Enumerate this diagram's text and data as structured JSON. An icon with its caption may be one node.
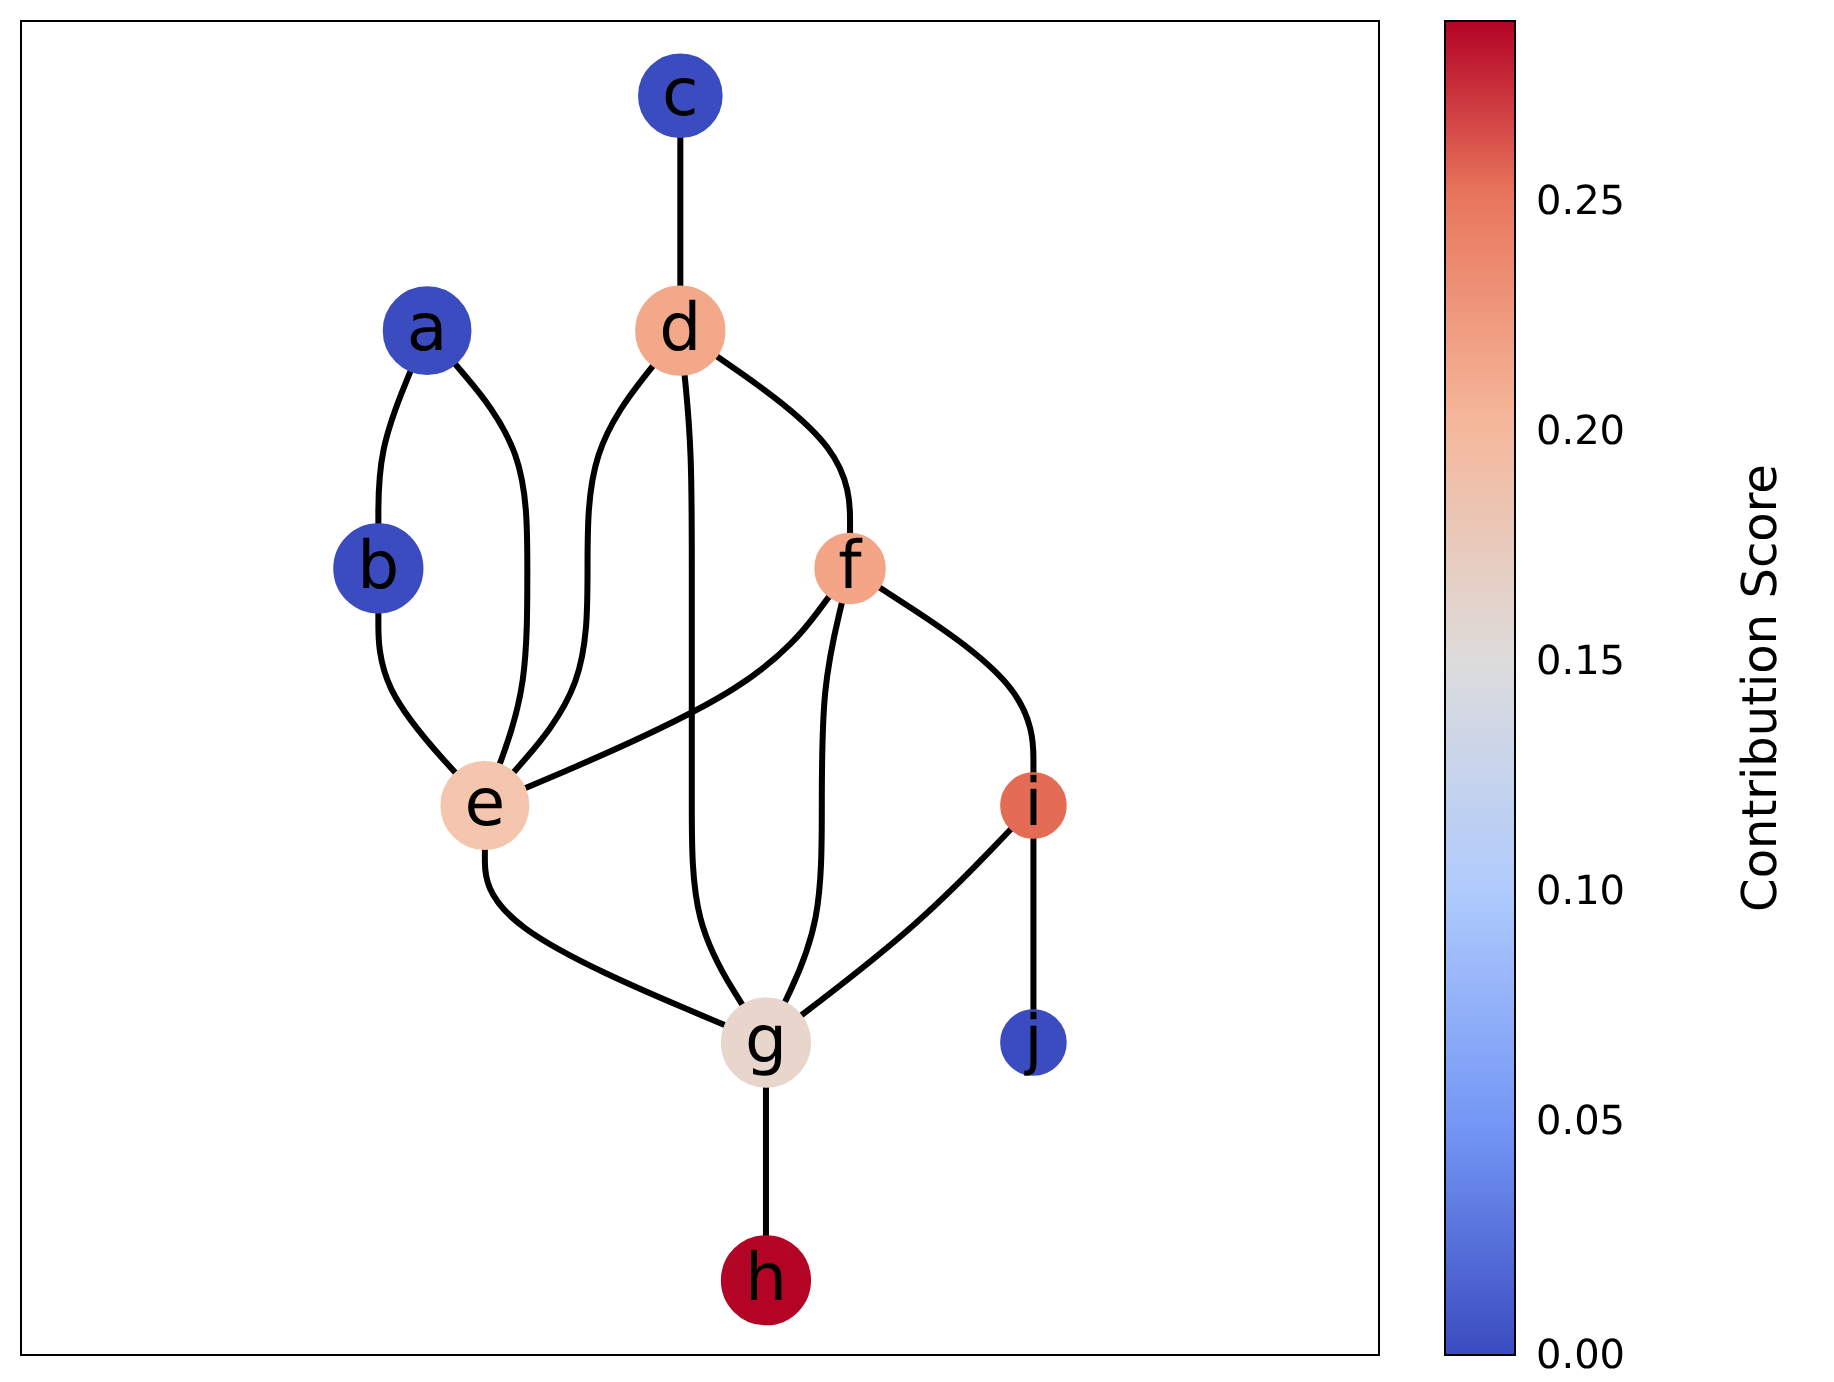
{
  "diagram": {
    "nodes": [
      {
        "text": [
          "a"
        ]
      },
      {
        "text": [
          "b"
        ]
      },
      {
        "text": [
          "c"
        ]
      },
      {
        "text": [
          "d"
        ]
      },
      {
        "text": [
          "e"
        ]
      },
      {
        "text": [
          "f"
        ]
      },
      {
        "text": [
          "g"
        ]
      },
      {
        "text": [
          "h"
        ]
      },
      {
        "text": [
          "i"
        ]
      },
      {
        "text": [
          "j"
        ]
      }
    ],
    "edges": [
      {
        "from": 2,
        "to": 3,
        "arrow": "none"
      },
      {
        "from": 3,
        "to": 5,
        "arrow": "none"
      },
      {
        "from": 3,
        "to": 6,
        "arrow": "none"
      },
      {
        "from": 3,
        "to": 4,
        "arrow": "none"
      },
      {
        "from": 5,
        "to": 8,
        "arrow": "none"
      },
      {
        "from": 5,
        "to": 6,
        "arrow": "none"
      },
      {
        "from": 5,
        "to": 4,
        "arrow": "none"
      },
      {
        "from": 8,
        "to": 9,
        "arrow": "none"
      },
      {
        "from": 8,
        "to": 6,
        "arrow": "none"
      },
      {
        "from": 4,
        "to": 6,
        "arrow": "none"
      },
      {
        "from": 6,
        "to": 7,
        "arrow": "none"
      },
      {
        "from": 0,
        "to": 4,
        "arrow": "none"
      },
      {
        "from": 0,
        "to": 1,
        "arrow": "none"
      },
      {
        "from": 1,
        "to": 4,
        "arrow": "none"
      }
    ],
    "labels": [
      "0.25",
      "0.20",
      "0.15",
      "0.10",
      "0.05",
      "0.00",
      "Contribution Score"
    ]
  }
}
